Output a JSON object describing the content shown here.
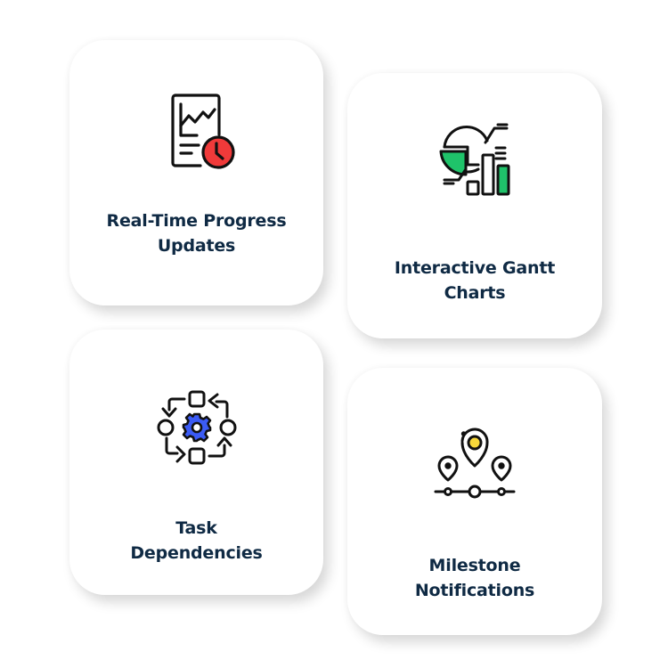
{
  "colors": {
    "title_text": "#0f2a44",
    "card_bg": "#ffffff",
    "icon_stroke": "#111111",
    "clock_red": "#f03a3a",
    "chart_green": "#1fc36a",
    "gear_blue": "#3b5bf5",
    "pin_yellow": "#f7d83a"
  },
  "cards": [
    {
      "icon": "progress-report-clock-icon",
      "title_lines": [
        "Real-Time Progress",
        "Updates"
      ]
    },
    {
      "icon": "gantt-chart-icon",
      "title_lines": [
        "Interactive Gantt",
        "Charts"
      ]
    },
    {
      "icon": "task-dependencies-gear-icon",
      "title_lines": [
        "Task",
        "Dependencies"
      ]
    },
    {
      "icon": "milestone-pins-icon",
      "title_lines": [
        "Milestone",
        "Notifications"
      ]
    }
  ]
}
